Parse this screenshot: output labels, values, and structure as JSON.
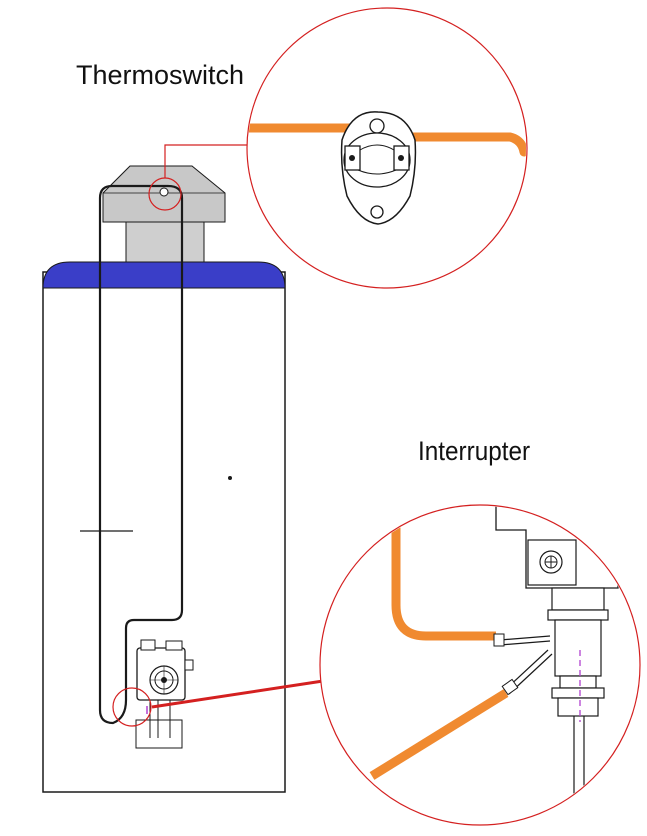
{
  "labels": {
    "thermoswitch": "Thermoswitch",
    "interrupter": "Interrupter"
  },
  "colors": {
    "tank_cap": "#3a3ec8",
    "wire": "#f08a30",
    "callout": "#d42020",
    "flue": "#c8c8c8",
    "flue_base": "#cfcfcf",
    "outline": "#1a1a1a",
    "marker": "#b040d0"
  },
  "icons": [
    "thermoswitch-part",
    "gas-control-valve",
    "interrupter-part"
  ]
}
